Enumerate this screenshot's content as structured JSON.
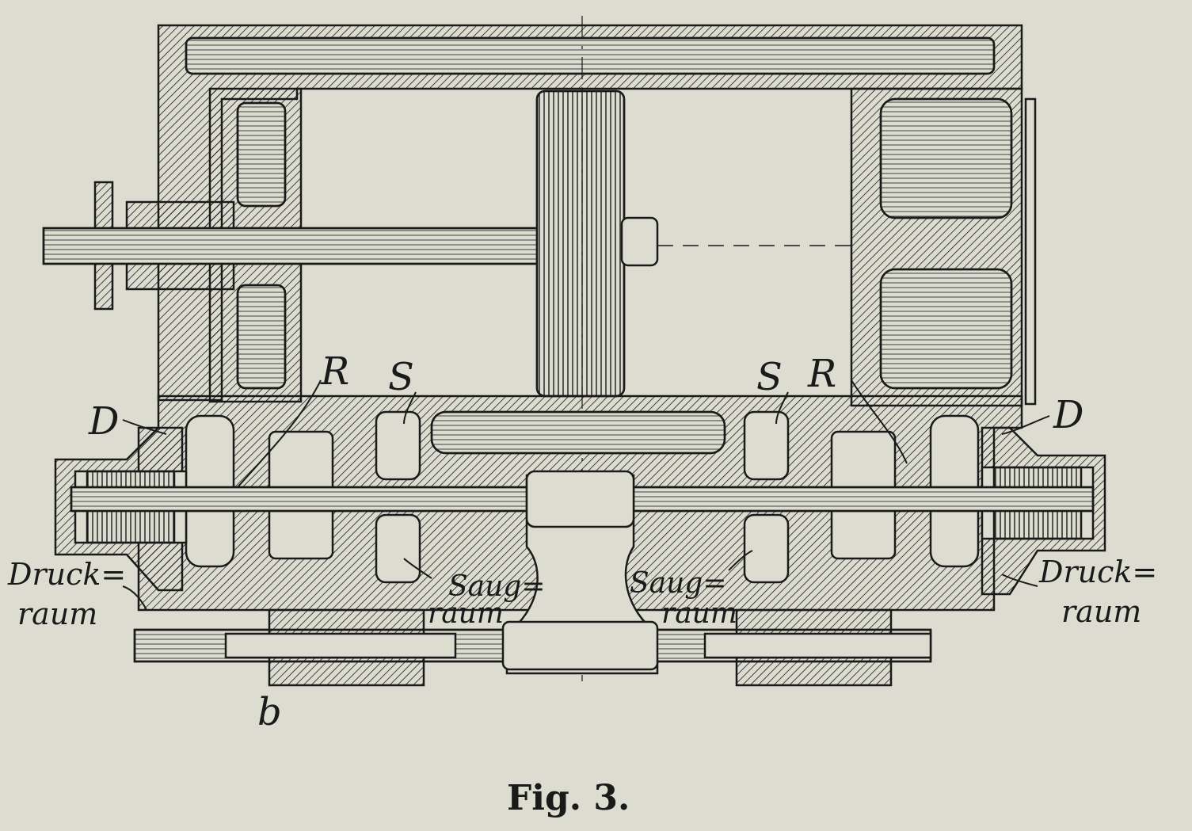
{
  "figure": {
    "caption": "Fig. 3.",
    "labels": {
      "R_left": "R",
      "S_left": "S",
      "S_right": "S",
      "R_right": "R",
      "D_left": "D",
      "D_right": "D",
      "druck_left_1": "Druck=",
      "druck_left_2": "raum",
      "saug_left_1": "Saug=",
      "saug_left_2": "raum",
      "saug_right_1": "Saug=",
      "saug_right_2": "raum",
      "druck_right_1": "Druck=",
      "druck_right_2": "raum",
      "b": "b"
    }
  },
  "colors": {
    "paper": "#dcdcd0",
    "ink": "#1a1a1a"
  }
}
